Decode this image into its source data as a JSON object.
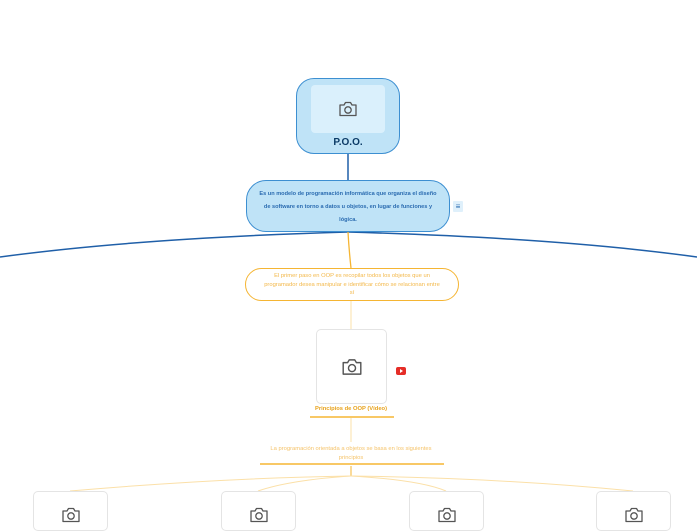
{
  "colors": {
    "root_fill": "#bfe3f7",
    "root_border": "#3d8fd1",
    "main_branch": "#1f5fa8",
    "orange_branch": "#f5b533",
    "youtube": "#e52d27"
  },
  "icons": {
    "image_placeholder": "camera-icon",
    "note": "notes-icon",
    "video_link": "youtube-icon"
  },
  "root": {
    "title": "P.O.O."
  },
  "definition": {
    "text": "Es un modelo de programación informática que organiza el diseño de software en torno a datos u objetos, en lugar de funciones y lógica."
  },
  "first_step": {
    "text": "El primer paso en OOP es recopilar todos los objetos que un programador desea manipular e identificar cómo se relacionan entre sí"
  },
  "video": {
    "label": "Principios de OOP (Vídeo)"
  },
  "principles_intro": {
    "text": "La programación orientada a objetos se basa en los siguientes principios"
  }
}
